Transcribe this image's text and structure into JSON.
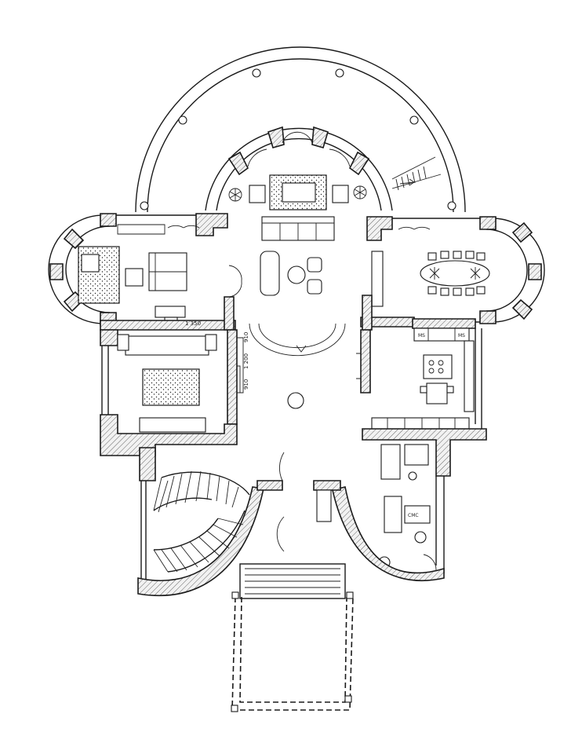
{
  "plan": {
    "dimension_labels": [
      "1 350",
      "910",
      "1 200",
      "910"
    ],
    "equipment_tags": [
      "MS",
      "MS",
      "CMC"
    ]
  }
}
